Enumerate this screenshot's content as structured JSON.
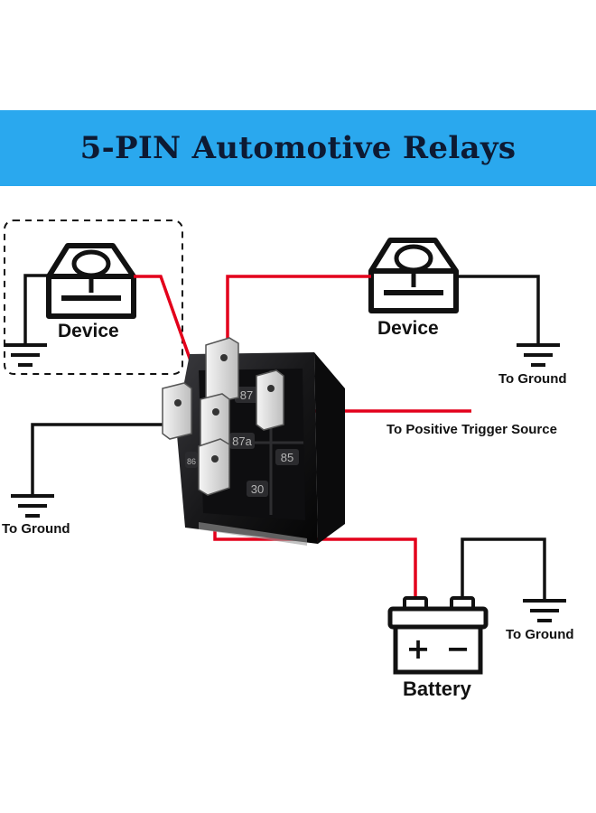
{
  "title": "5-PIN Automotive Relays",
  "labels": {
    "device_left": "Device",
    "device_right": "Device",
    "ground_right_top": "To Ground",
    "ground_left": "To Ground",
    "ground_battery": "To Ground",
    "trigger": "To Positive Trigger Source",
    "battery": "Battery"
  },
  "relay_pins": {
    "p87": "87",
    "p87a": "87a",
    "p85": "85",
    "p86": "86",
    "p30": "30"
  },
  "battery_terminals": {
    "plus": "+",
    "minus": "−"
  },
  "colors": {
    "banner": "#2aa8ee",
    "title_text": "#0d1a33",
    "wire_red": "#e3001b",
    "wire_black": "#111111",
    "relay_body": "#1a1a1c"
  }
}
